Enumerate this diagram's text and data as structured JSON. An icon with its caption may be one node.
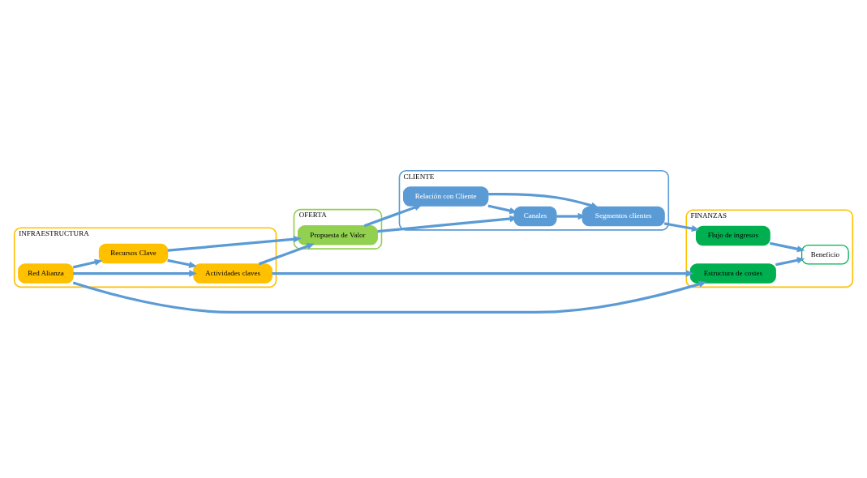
{
  "diagram": {
    "nodes": [
      {
        "text": [
          "INFRAESTRUCTURA"
        ]
      },
      {
        "text": [
          "Recursos Clave"
        ],
        "in": 0
      },
      {
        "text": [
          "Red Alianza"
        ],
        "in": 0
      },
      {
        "text": [
          "Actividades claves"
        ],
        "in": 0
      },
      {
        "text": [
          "OFERTA"
        ]
      },
      {
        "text": [
          "Propuesta de Valor"
        ],
        "in": 4
      },
      {
        "text": [
          "CLIENTE"
        ]
      },
      {
        "text": [
          "Relación con Cliente"
        ],
        "in": 6
      },
      {
        "text": [
          "Canales"
        ],
        "in": 6
      },
      {
        "text": [
          "Segmentos clientes"
        ],
        "in": 6
      },
      {
        "text": [
          "FINANZAS"
        ]
      },
      {
        "text": [
          "Estructura de costes"
        ],
        "in": 10
      },
      {
        "text": [
          "Beneficio"
        ],
        "in": 10
      },
      {
        "text": [
          "Flujo de ingresos"
        ],
        "in": 10
      }
    ],
    "edges": [
      {
        "from": 2,
        "to": 1,
        "arrow": "to"
      },
      {
        "from": 2,
        "to": 3,
        "arrow": "to"
      },
      {
        "from": 1,
        "to": 3,
        "arrow": "to"
      },
      {
        "from": 1,
        "to": 5,
        "arrow": "to"
      },
      {
        "from": 3,
        "to": 5,
        "arrow": "to"
      },
      {
        "from": 5,
        "to": 7,
        "arrow": "to"
      },
      {
        "from": 5,
        "to": 8,
        "arrow": "to"
      },
      {
        "from": 7,
        "to": 8,
        "arrow": "to"
      },
      {
        "from": 7,
        "to": 9,
        "arrow": "to"
      },
      {
        "from": 8,
        "to": 9,
        "arrow": "to"
      },
      {
        "from": 2,
        "to": 11,
        "arrow": "to"
      },
      {
        "from": 3,
        "to": 11,
        "arrow": "to"
      },
      {
        "from": 11,
        "to": 12,
        "arrow": "to"
      },
      {
        "from": 9,
        "to": 13,
        "arrow": "to"
      },
      {
        "from": 13,
        "to": 12,
        "arrow": "to"
      }
    ]
  }
}
